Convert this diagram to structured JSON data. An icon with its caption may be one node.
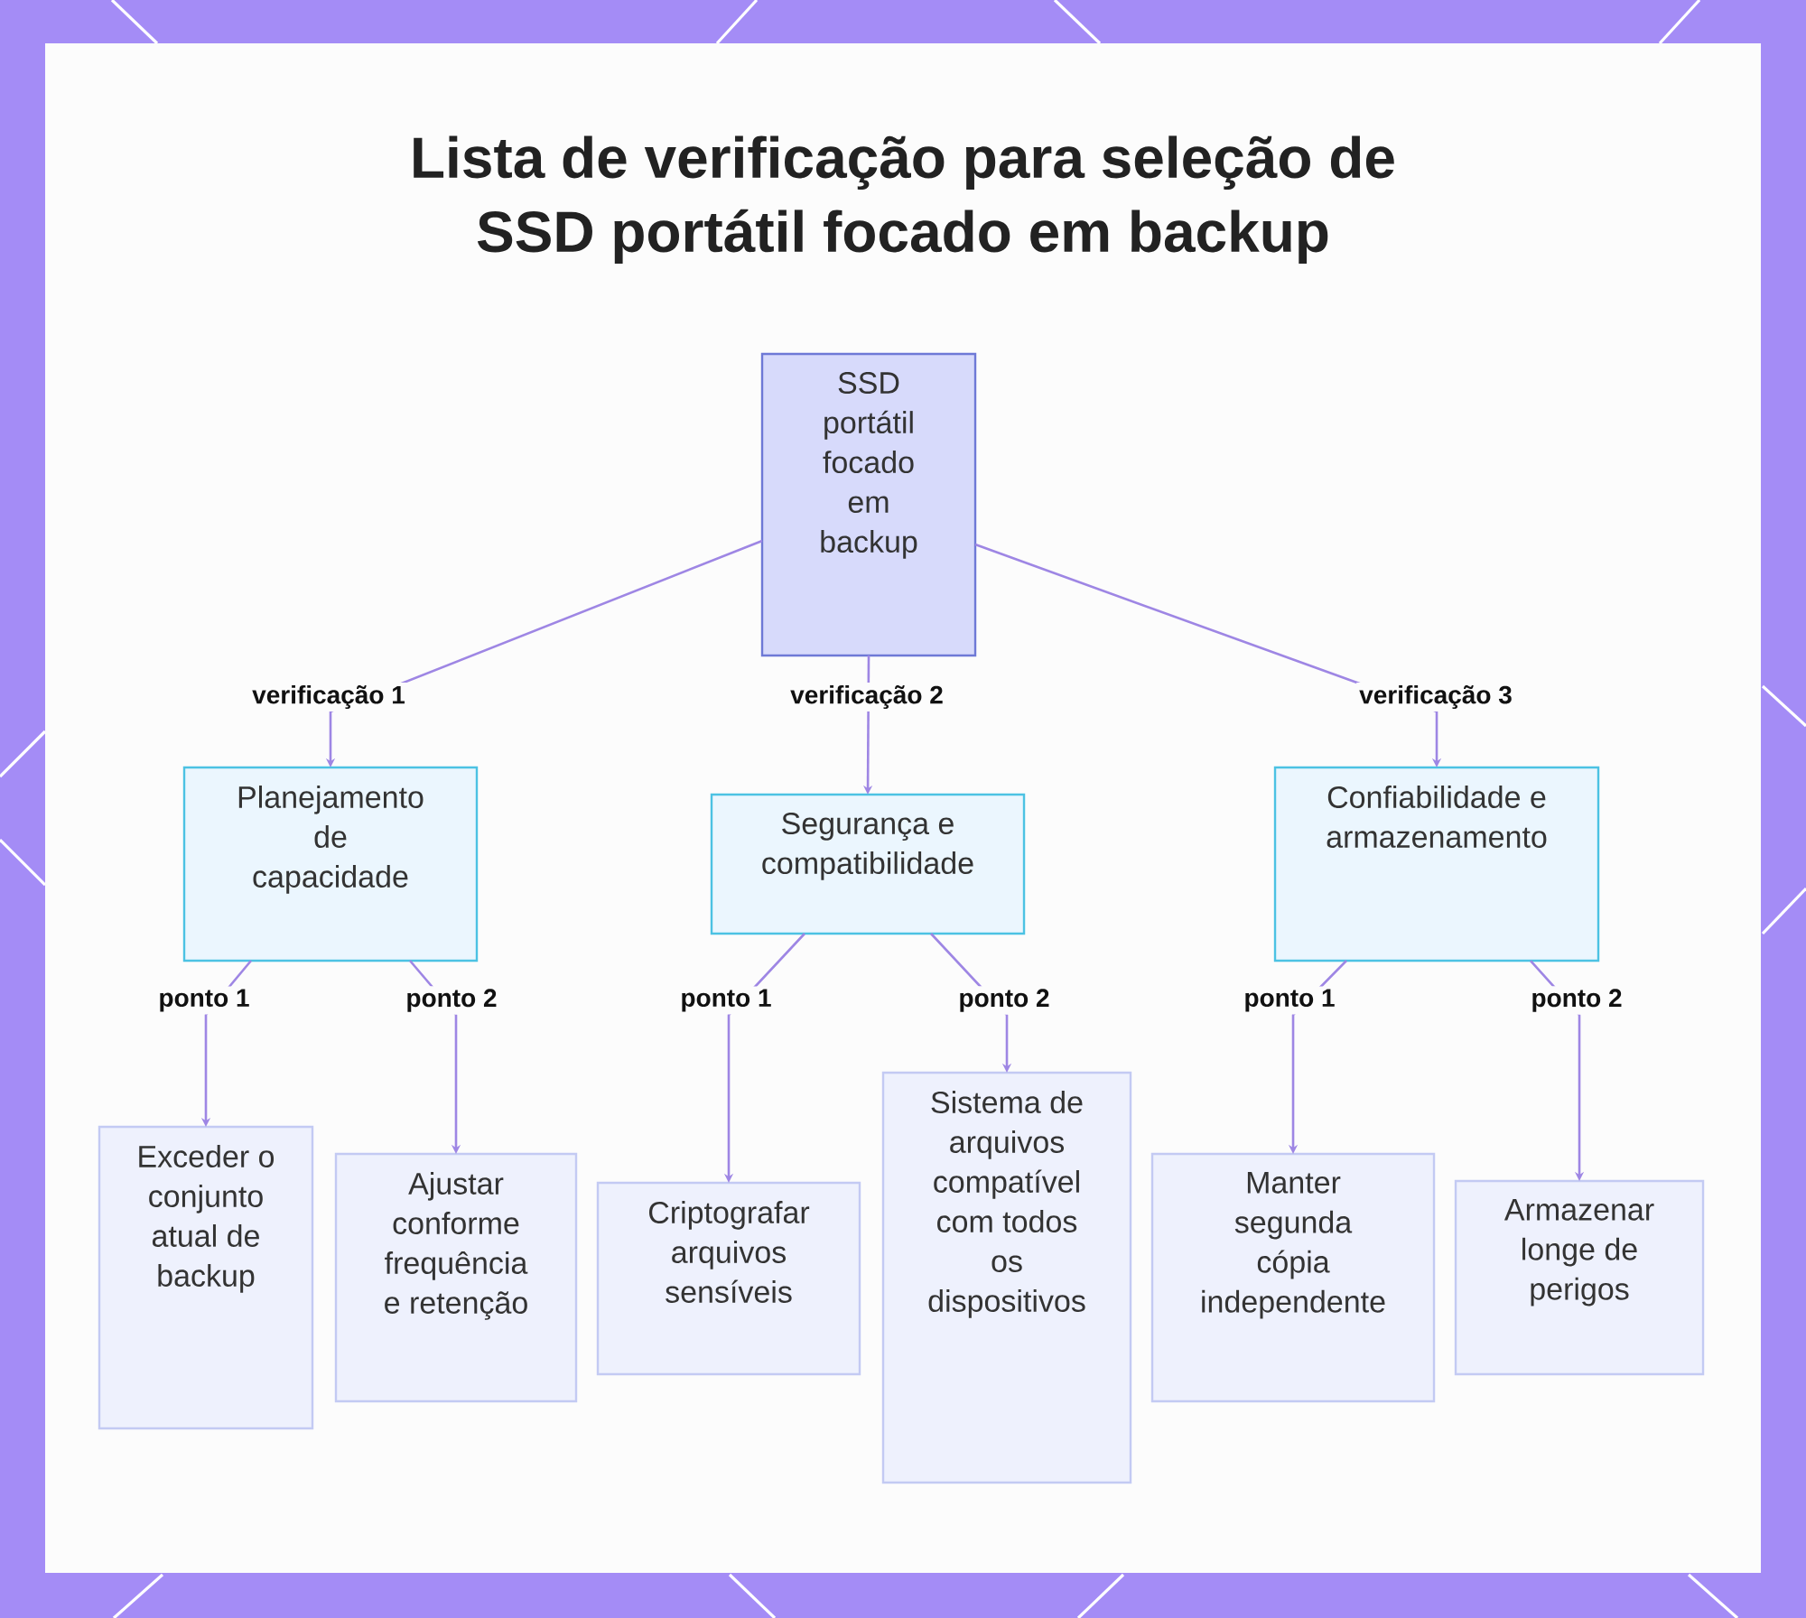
{
  "diagram": {
    "title": "Lista de verificação para seleção de SSD portátil focado em backup",
    "nodes": [
      {
        "text": [
          "SSD portátil focado em backup"
        ]
      },
      {
        "text": [
          "Planejamento de capacidade"
        ]
      },
      {
        "text": [
          "Segurança e compatibilidade"
        ]
      },
      {
        "text": [
          "Confiabilidade e armazenamento"
        ]
      },
      {
        "text": [
          "Exceder o conjunto atual de backup"
        ]
      },
      {
        "text": [
          "Ajustar conforme frequência e retenção"
        ]
      },
      {
        "text": [
          "Criptografar arquivos sensíveis"
        ]
      },
      {
        "text": [
          "Sistema de arquivos compatível com todos os dispositivos"
        ]
      },
      {
        "text": [
          "Manter segunda cópia independente"
        ]
      },
      {
        "text": [
          "Armazenar longe de perigos"
        ]
      }
    ],
    "edges": [
      {
        "from": 0,
        "to": 1,
        "arrow": "to",
        "label": "verificação 1"
      },
      {
        "from": 0,
        "to": 2,
        "arrow": "to",
        "label": "verificação 2"
      },
      {
        "from": 0,
        "to": 3,
        "arrow": "to",
        "label": "verificação 3"
      },
      {
        "from": 1,
        "to": 4,
        "arrow": "to",
        "label": "ponto 1"
      },
      {
        "from": 1,
        "to": 5,
        "arrow": "to",
        "label": "ponto 2"
      },
      {
        "from": 2,
        "to": 6,
        "arrow": "to",
        "label": "ponto 1"
      },
      {
        "from": 2,
        "to": 7,
        "arrow": "to",
        "label": "ponto 2"
      },
      {
        "from": 3,
        "to": 8,
        "arrow": "to",
        "label": "ponto 1"
      },
      {
        "from": 3,
        "to": 9,
        "arrow": "to",
        "label": "ponto 2"
      }
    ]
  }
}
